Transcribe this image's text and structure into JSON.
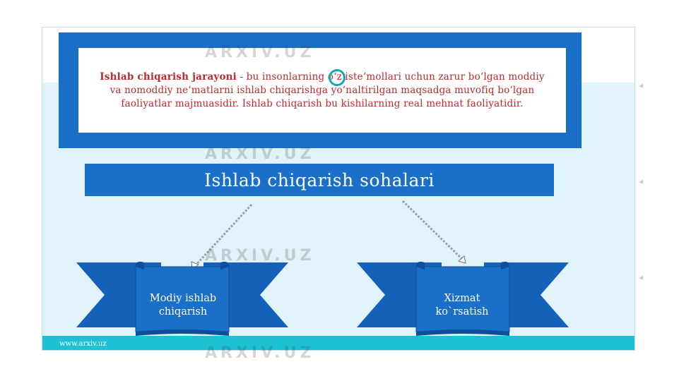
{
  "definition": {
    "term": "Ishlab chiqarish jarayoni",
    "text": " - bu insonlarning o‘z iste‘mollari uchun zarur bo‘lgan moddiy va nomoddiy ne‘matlarni ishlab chiqarishga yo‘naltirilgan maqsadga muvofiq bo‘lgan faoliyatlar majmuasidir. Ishlab chiqarish bu kishilarning real mehnat faoliyatidir."
  },
  "title": "Ishlab chiqarish sohalari",
  "branches": {
    "left": "Modiy ishlab chiqarish",
    "right": "Xizmat ko`rsatish"
  },
  "footer": {
    "url": "www.arxiv.uz"
  },
  "watermark": {
    "text": "ARXIV.UZ"
  },
  "colors": {
    "primary_blue": "#1a6fc9",
    "ribbon_blue": "#1560b8",
    "accent_cyan": "#1cc1d3",
    "definition_red": "#c0272d"
  }
}
